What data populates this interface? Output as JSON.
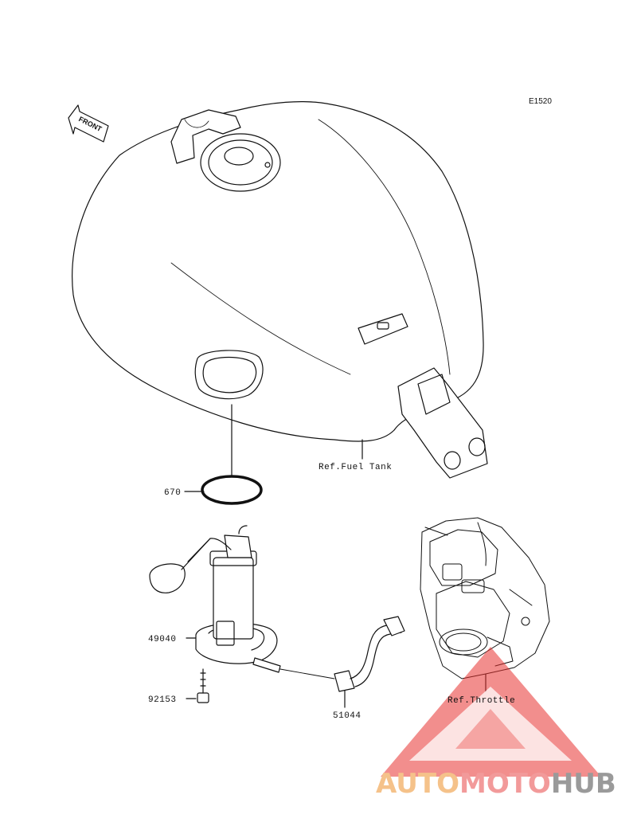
{
  "diagram_code": "E1520",
  "front_arrow_label": "FRONT",
  "parts": [
    {
      "number": "670"
    },
    {
      "number": "49040"
    },
    {
      "number": "92153"
    },
    {
      "number": "51044"
    }
  ],
  "references": {
    "fuel_tank": "Ref.Fuel Tank",
    "throttle": "Ref.Throttle"
  },
  "watermark": {
    "part1": "AUTO",
    "part2": "MOTO",
    "part3": "HUB",
    "colors": {
      "auto": "#f5c28a",
      "moto": "#f29a9a",
      "hub": "#9a9a9a",
      "logo": "#e8322f"
    }
  }
}
